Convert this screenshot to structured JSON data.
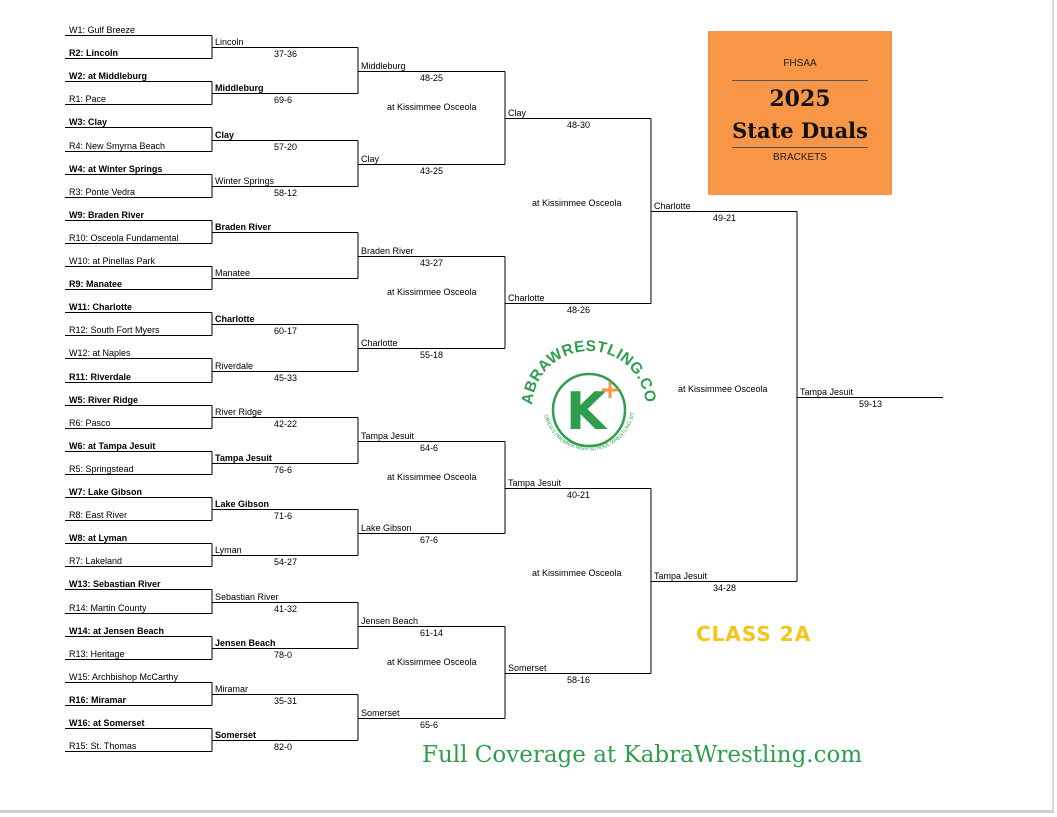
{
  "header": {
    "org": "FHSAA",
    "year": "2025",
    "title": "State Duals",
    "subtitle": "BRACKETS",
    "bg_color": "#f79646"
  },
  "class_label": "CLASS 2A",
  "coverage": "Full Coverage at KabraWrestling.com",
  "logo": {
    "text": "KABRAWRESTLING.COM",
    "tagline": "FLORIDA'S PREMIER HIGH SCHOOL WRESTLING SITE",
    "letter": "K",
    "plus": "+"
  },
  "seeds": [
    {
      "label": "W1: Gulf Breeze",
      "bold": false
    },
    {
      "label": "R2: Lincoln",
      "bold": true
    },
    {
      "label": "W2: at Middleburg",
      "bold": true
    },
    {
      "label": "R1: Pace",
      "bold": false
    },
    {
      "label": "W3: Clay",
      "bold": true
    },
    {
      "label": "R4: New Smyrna Beach",
      "bold": false
    },
    {
      "label": "W4: at Winter Springs",
      "bold": true
    },
    {
      "label": "R3: Ponte Vedra",
      "bold": false
    },
    {
      "label": "W9: Braden River",
      "bold": true
    },
    {
      "label": "R10: Osceola Fundamental",
      "bold": false
    },
    {
      "label": "W10: at Pinellas Park",
      "bold": false
    },
    {
      "label": "R9: Manatee",
      "bold": true
    },
    {
      "label": "W11: Charlotte",
      "bold": true
    },
    {
      "label": "R12: South Fort Myers",
      "bold": false
    },
    {
      "label": "W12: at Naples",
      "bold": false
    },
    {
      "label": "R11: Riverdale",
      "bold": true
    },
    {
      "label": "W5: River Ridge",
      "bold": true
    },
    {
      "label": "R6: Pasco",
      "bold": false
    },
    {
      "label": "W6: at Tampa Jesuit",
      "bold": true
    },
    {
      "label": "R5: Springstead",
      "bold": false
    },
    {
      "label": "W7: Lake Gibson",
      "bold": true
    },
    {
      "label": "R8: East River",
      "bold": false
    },
    {
      "label": "W8: at Lyman",
      "bold": true
    },
    {
      "label": "R7: Lakeland",
      "bold": false
    },
    {
      "label": "W13: Sebastian River",
      "bold": true
    },
    {
      "label": "R14: Martin County",
      "bold": false
    },
    {
      "label": "W14: at Jensen Beach",
      "bold": true
    },
    {
      "label": "R13: Heritage",
      "bold": false
    },
    {
      "label": "W15: Archbishop McCarthy",
      "bold": false
    },
    {
      "label": "R16: Miramar",
      "bold": true
    },
    {
      "label": "W16: at Somerset",
      "bold": true
    },
    {
      "label": "R15: St. Thomas",
      "bold": false
    }
  ],
  "round1": [
    {
      "winner": "Lincoln",
      "score": "37-36",
      "bold": false
    },
    {
      "winner": "Middleburg",
      "score": "69-6",
      "bold": true
    },
    {
      "winner": "Clay",
      "score": "57-20",
      "bold": true
    },
    {
      "winner": "Winter Springs",
      "score": "58-12",
      "bold": false
    },
    {
      "winner": "Braden River",
      "score": "",
      "bold": true
    },
    {
      "winner": "Manatee",
      "score": "",
      "bold": false
    },
    {
      "winner": "Charlotte",
      "score": "60-17",
      "bold": true
    },
    {
      "winner": "Riverdale",
      "score": "45-33",
      "bold": false
    },
    {
      "winner": "River Ridge",
      "score": "42-22",
      "bold": false
    },
    {
      "winner": "Tampa Jesuit",
      "score": "76-6",
      "bold": true
    },
    {
      "winner": "Lake Gibson",
      "score": "71-6",
      "bold": true
    },
    {
      "winner": "Lyman",
      "score": "54-27",
      "bold": false
    },
    {
      "winner": "Sebastian River",
      "score": "41-32",
      "bold": false
    },
    {
      "winner": "Jensen Beach",
      "score": "78-0",
      "bold": true
    },
    {
      "winner": "Miramar",
      "score": "35-31",
      "bold": false
    },
    {
      "winner": "Somerset",
      "score": "82-0",
      "bold": true
    }
  ],
  "round2": [
    {
      "winner": "Middleburg",
      "score": "48-25"
    },
    {
      "winner": "Clay",
      "score": "43-25"
    },
    {
      "winner": "Braden River",
      "score": "43-27"
    },
    {
      "winner": "Charlotte",
      "score": "55-18"
    },
    {
      "winner": "Tampa Jesuit",
      "score": "64-6"
    },
    {
      "winner": "Lake Gibson",
      "score": "67-6"
    },
    {
      "winner": "Jensen Beach",
      "score": "61-14"
    },
    {
      "winner": "Somerset",
      "score": "65-6"
    }
  ],
  "round3": [
    {
      "winner": "Clay",
      "score": "48-30"
    },
    {
      "winner": "Charlotte",
      "score": "48-26"
    },
    {
      "winner": "Tampa Jesuit",
      "score": "40-21"
    },
    {
      "winner": "Somerset",
      "score": "58-16"
    }
  ],
  "round4": [
    {
      "winner": "Charlotte",
      "score": "49-21"
    },
    {
      "winner": "Tampa Jesuit",
      "score": "34-28"
    }
  ],
  "champion": {
    "winner": "Tampa Jesuit",
    "score": "59-13"
  },
  "venues": {
    "r3": [
      "at Kissimmee Osceola",
      "at Kissimmee Osceola",
      "at Kissimmee Osceola",
      "at Kissimmee Osceola"
    ],
    "r4": [
      "at Kissimmee Osceola",
      "at Kissimmee Osceola"
    ],
    "final": "at Kissimmee Osceola"
  }
}
